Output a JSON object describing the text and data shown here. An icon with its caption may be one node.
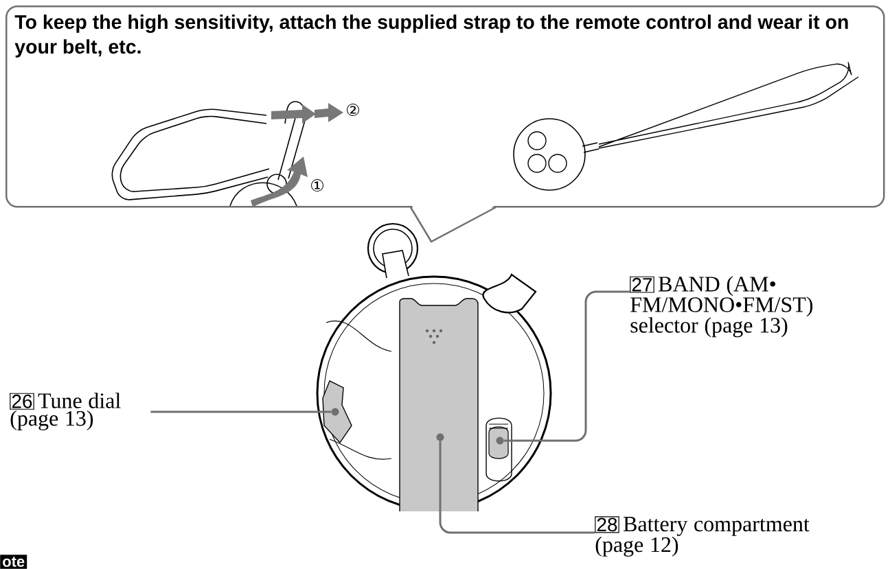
{
  "diagram": {
    "nodes": [
      {
        "text": [
          "To keep the high sensitivity, attach the supplied strap to the remote control and wear it on your belt, etc."
        ]
      },
      {
        "text": [
          "26",
          "Tune dial (page 13)"
        ]
      },
      {
        "text": [
          "27",
          "BAND (AM• FM/MONO•FM/ST) selector (page 13)"
        ]
      },
      {
        "text": [
          "28",
          "Battery compartment (page 12)"
        ]
      },
      {
        "text": [],
        "shape": "circle"
      },
      {
        "text": [],
        "shape": "circle"
      },
      {
        "text": [],
        "shape": "circle"
      }
    ],
    "edges": [
      {
        "from": 1,
        "to": 4,
        "arrow": "none"
      },
      {
        "from": 2,
        "to": 5,
        "arrow": "none"
      },
      {
        "from": 3,
        "to": 6,
        "arrow": "none"
      }
    ],
    "labels": [
      "②",
      "①",
      "ote"
    ]
  }
}
